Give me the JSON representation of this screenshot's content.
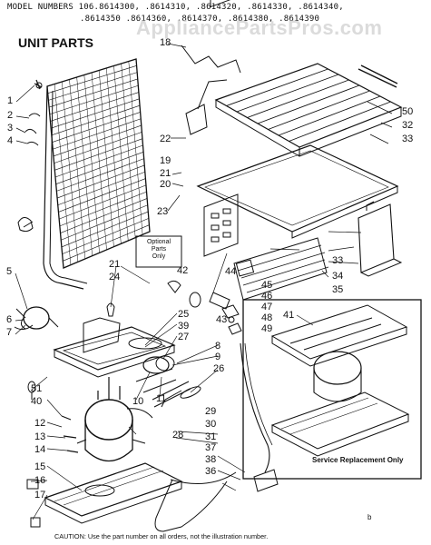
{
  "header": {
    "line1": "MODEL NUMBERS 106.8614300, .8614310, .8614320, .8614330, .8614340,",
    "line2": ".8614350 .8614360, .8614370, .8614380, .8614390"
  },
  "watermark": "AppliancePartsPros.com",
  "title": "UNIT PARTS",
  "caption": "CAUTION: Use the part number on all orders, not the illustration number.",
  "optional_note": [
    "Optional",
    "Parts",
    "Only"
  ],
  "service_note": "Service Replacement Only",
  "corner_mark": "b",
  "callouts": {
    "c1": "1",
    "c2": "2",
    "c3": "3",
    "c4": "4",
    "c5": "5",
    "c6": "6",
    "c7": "7",
    "c8": "8",
    "c9": "9",
    "c10": "10",
    "c11": "11",
    "c12": "12",
    "c13": "13",
    "c14": "14",
    "c15": "15",
    "c16": "16",
    "c17": "17",
    "c18": "18",
    "c19": "19",
    "c20": "20",
    "c21a": "21",
    "c21b": "21",
    "c22": "22",
    "c23": "23",
    "c24": "24",
    "c25": "25",
    "c26": "26",
    "c27": "27",
    "c28": "28",
    "c29": "29",
    "c30": "30",
    "c31": "31",
    "c32": "32",
    "c33a": "33",
    "c33b": "33",
    "c34": "34",
    "c35": "35",
    "c36": "36",
    "c37": "37",
    "c38": "38",
    "c39": "39",
    "c40": "40",
    "c41": "41",
    "c42": "42",
    "c43": "43",
    "c44": "44",
    "c45": "45",
    "c46": "46",
    "c47": "47",
    "c48": "48",
    "c49": "49",
    "c50": "50",
    "c51": "51"
  }
}
